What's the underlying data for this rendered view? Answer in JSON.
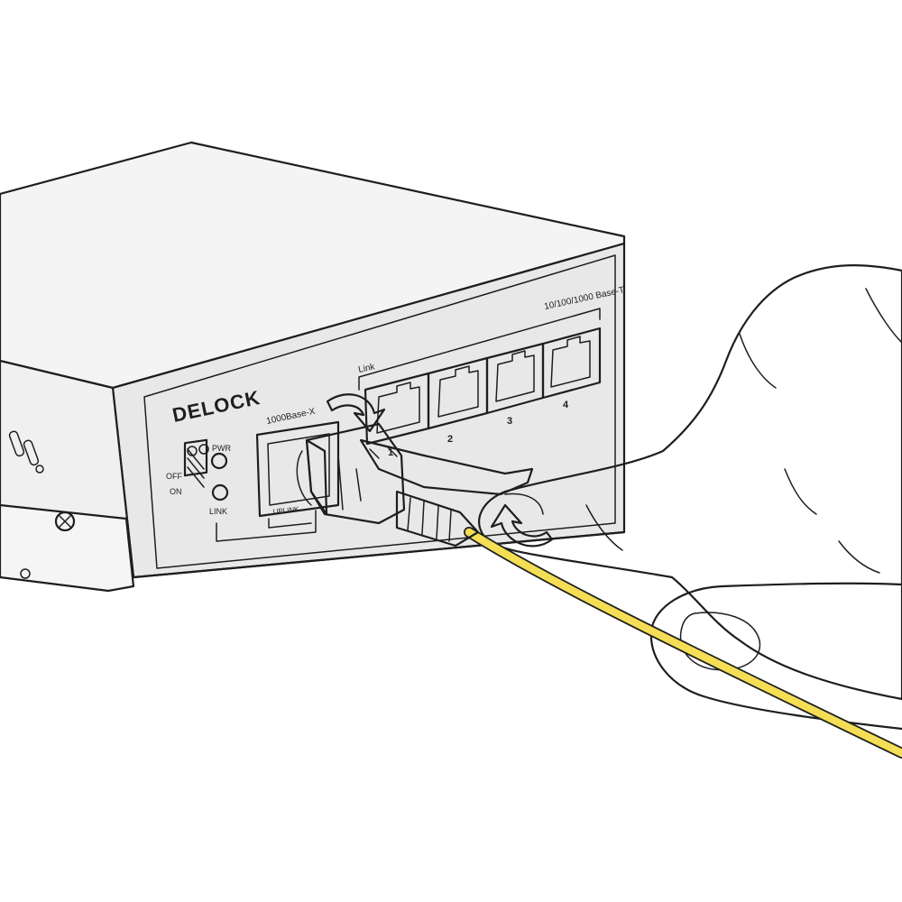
{
  "labels": {
    "brand": "DELOCK",
    "port_fiber": "1000Base-X",
    "port_copper": "10/100/1000 Base-T",
    "link_top": "Link",
    "switch_off": "OFF",
    "switch_on": "ON",
    "led_pwr": "PWR",
    "led_link": "LINK",
    "fiber_slot": "UPLINK",
    "port_numbers": [
      "1",
      "2",
      "3",
      "4"
    ]
  },
  "colors": {
    "background": "#ffffff",
    "line": "#1e1e1e",
    "housing_face": "#e6e6e6",
    "housing_top": "#f2f2f2",
    "connector_blue": "#2a7fd4",
    "connector_blue_dark": "#1a5fa8",
    "ferrule_gray": "#c8c8c8",
    "fiber_yellow": "#f3de55"
  },
  "icons": [
    "arrow-insert-icon",
    "arrow-latch-icon"
  ]
}
